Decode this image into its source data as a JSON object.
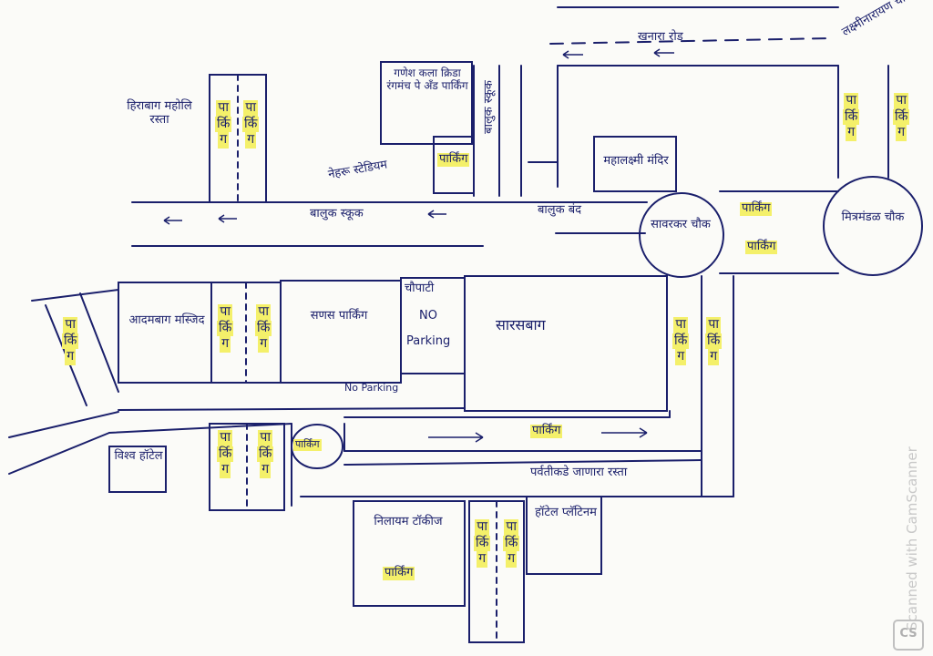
{
  "map": {
    "roads": {
      "khanar_road": "खनारा रोड",
      "balukhand_chowk": "बालुक स्कूक",
      "parvati_road": "पर्वतीकडे जाणारा रस्ता",
      "hirabag_road": "हिराबाग महोलि रस्ता",
      "balukhand_vertical": "बालुक स्कूक",
      "balukhand_band": "बालुक बंद",
      "lakdi_pool_chowk": "लक्ष्मीनारायण चौक",
      "nehru_stadium": "नेहरू स्टेडियम"
    },
    "places": {
      "ganesh_kala": "गणेश कला क्रिडा रंगमंच पे अँड पार्किंग",
      "mahalaxmi": "महालक्ष्मी मंदिर",
      "savarkar_chowk": "सावरकर चौक",
      "mitramandal_chowk": "मित्रमंडळ चौक",
      "adamsbag": "आदमबाग मस्जिद",
      "sanal_parking": "सणस पार्किंग",
      "chopati": "चौपाटी",
      "chopati_no": "NO",
      "chopati_parking": "Parking",
      "no_parking": "No Parking",
      "saras_baug": "सारसबाग",
      "vishwa_hotel": "विश्व हॉटेल",
      "nilayam": "निलायम टॉकीज",
      "nilayam_parking": "पार्किंग",
      "hotel_platinum": "हॉटेल प्लॅटिनम"
    },
    "parking": {
      "pa": "पा",
      "ki": "र्कि",
      "ga": "ग",
      "parking_word": "पार्किंग"
    }
  },
  "watermark": {
    "text": "Scanned with CamScanner",
    "logo": "CS"
  },
  "colors": {
    "ink": "#1a1f6b",
    "highlight": "#f4f06a",
    "paper": "#fbfbf8"
  }
}
